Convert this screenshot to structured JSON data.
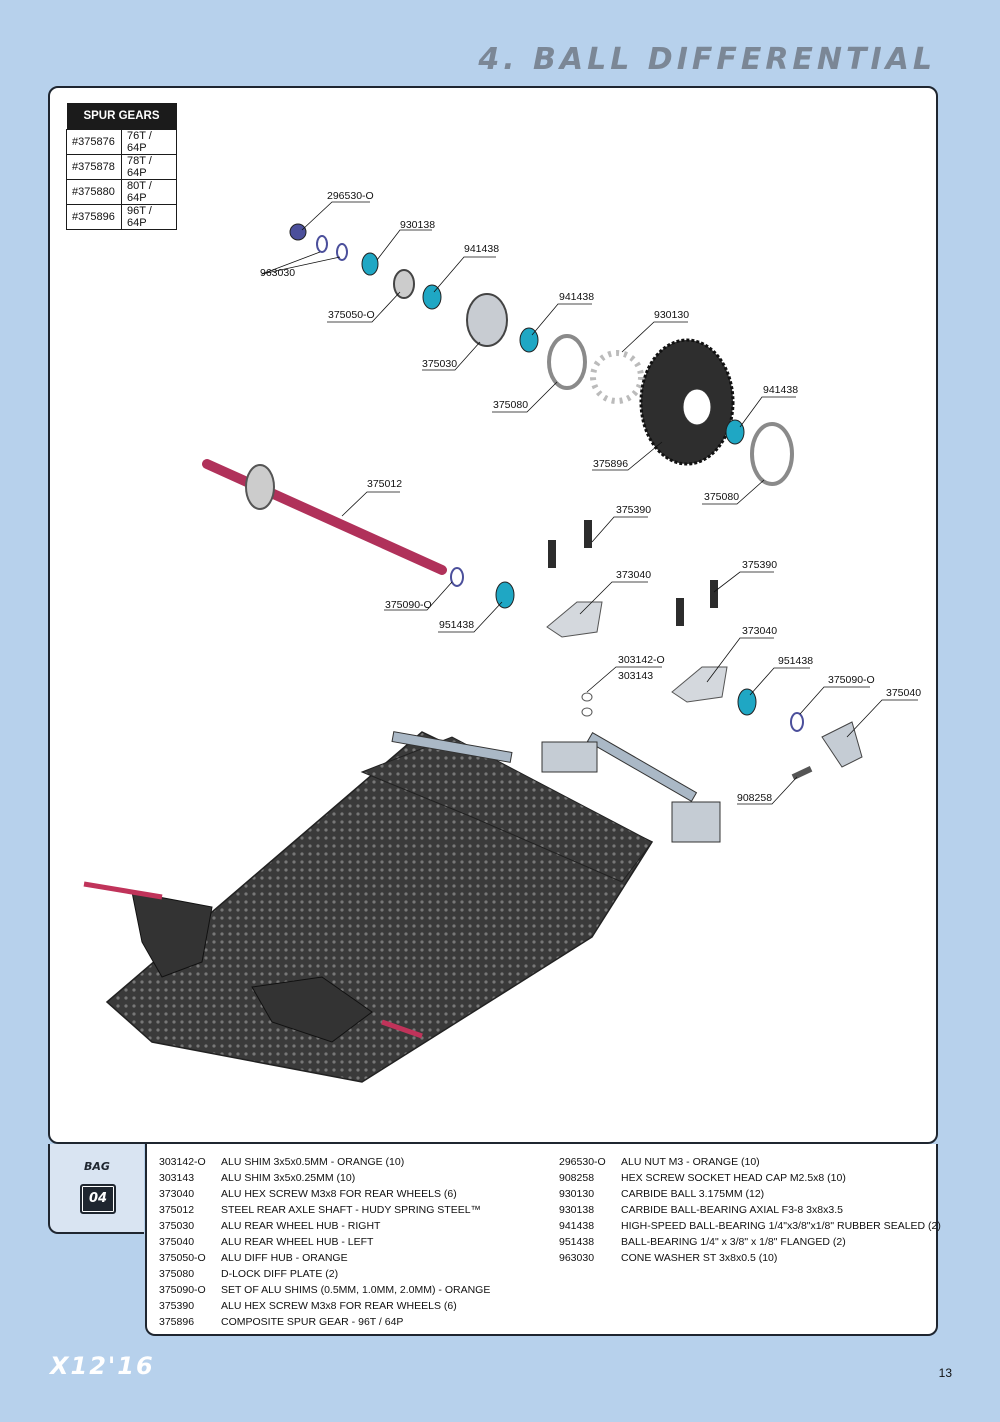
{
  "section_title": "4. BALL DIFFERENTIAL",
  "spur_table": {
    "header": "SPUR GEARS",
    "rows": [
      {
        "code": "#375876",
        "spec": "76T / 64P"
      },
      {
        "code": "#375878",
        "spec": "78T / 64P"
      },
      {
        "code": "#375880",
        "spec": "80T / 64P"
      },
      {
        "code": "#375896",
        "spec": "96T / 64P"
      }
    ]
  },
  "diagram_labels": [
    "296530-O",
    "930138",
    "963030",
    "941438",
    "375050-O",
    "941438",
    "375030",
    "930130",
    "375080",
    "941438",
    "375896",
    "375080",
    "375012",
    "375390",
    "375090-O",
    "373040",
    "951438",
    "375390",
    "373040",
    "303142-O",
    "303143",
    "951438",
    "375090-O",
    "375040",
    "908258"
  ],
  "bag": {
    "title": "BAG",
    "number": "04"
  },
  "parts_left": [
    {
      "code": "303142-O",
      "desc": "ALU SHIM 3x5x0.5MM - ORANGE (10)"
    },
    {
      "code": "303143",
      "desc": "ALU SHIM 3x5x0.25MM (10)"
    },
    {
      "code": "373040",
      "desc": "ALU HEX SCREW M3x8 FOR REAR WHEELS (6)"
    },
    {
      "code": "375012",
      "desc": "STEEL REAR AXLE SHAFT - HUDY SPRING STEEL™"
    },
    {
      "code": "375030",
      "desc": "ALU REAR WHEEL HUB - RIGHT"
    },
    {
      "code": "375040",
      "desc": "ALU REAR WHEEL HUB - LEFT"
    },
    {
      "code": "375050-O",
      "desc": "ALU DIFF HUB - ORANGE"
    },
    {
      "code": "375080",
      "desc": "D-LOCK DIFF PLATE (2)"
    },
    {
      "code": "375090-O",
      "desc": "SET OF ALU SHIMS (0.5MM, 1.0MM, 2.0MM) - ORANGE"
    },
    {
      "code": "375390",
      "desc": "ALU HEX SCREW M3x8 FOR REAR WHEELS (6)"
    },
    {
      "code": "375896",
      "desc": "COMPOSITE SPUR GEAR - 96T / 64P"
    }
  ],
  "parts_right": [
    {
      "code": "296530-O",
      "desc": "ALU NUT M3 - ORANGE  (10)"
    },
    {
      "code": "908258",
      "desc": "HEX SCREW SOCKET HEAD CAP M2.5x8  (10)"
    },
    {
      "code": "930130",
      "desc": "CARBIDE BALL 3.175MM  (12)"
    },
    {
      "code": "930138",
      "desc": "CARBIDE BALL-BEARING AXIAL F3-8 3x8x3.5"
    },
    {
      "code": "941438",
      "desc": "HIGH-SPEED BALL-BEARING 1/4\"x3/8\"x1/8\"  RUBBER SEALED (2)"
    },
    {
      "code": "951438",
      "desc": "BALL-BEARING 1/4\" x 3/8\" x 1/8\" FLANGED  (2)"
    },
    {
      "code": "963030",
      "desc": "CONE WASHER ST 3x8x0.5  (10)"
    }
  ],
  "logo": "X12'16",
  "page_number": "13"
}
